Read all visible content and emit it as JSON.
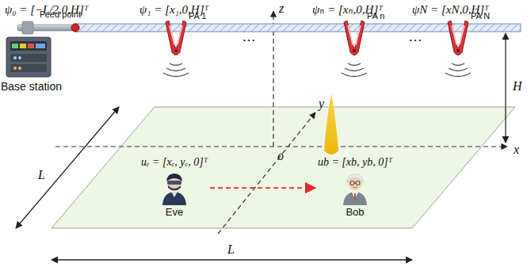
{
  "diagram": {
    "nodes": [
      {
        "text": [
          "uₑ = [xₑ, yₑ, 0]ᵀ",
          "Eve"
        ]
      },
      {
        "text": [
          "ub = [xb, yb, 0]ᵀ",
          "Bob"
        ]
      }
    ],
    "edges": [
      {
        "from": 0,
        "to": 1,
        "arrow": "to"
      }
    ],
    "labels": [
      "ψ₀ = [−L/2,0,H]ᵀ",
      "Feed point",
      "Base station",
      "ψ₁ = [x₁,0,H]ᵀ",
      "PA 1",
      "…",
      "ψₙ = [xₙ,0,H]ᵀ",
      "PA n",
      "…",
      "ψN = [xN,0,H]ᵀ",
      "PA N",
      "z",
      "y",
      "x",
      "o",
      "H",
      "L",
      "L"
    ]
  }
}
